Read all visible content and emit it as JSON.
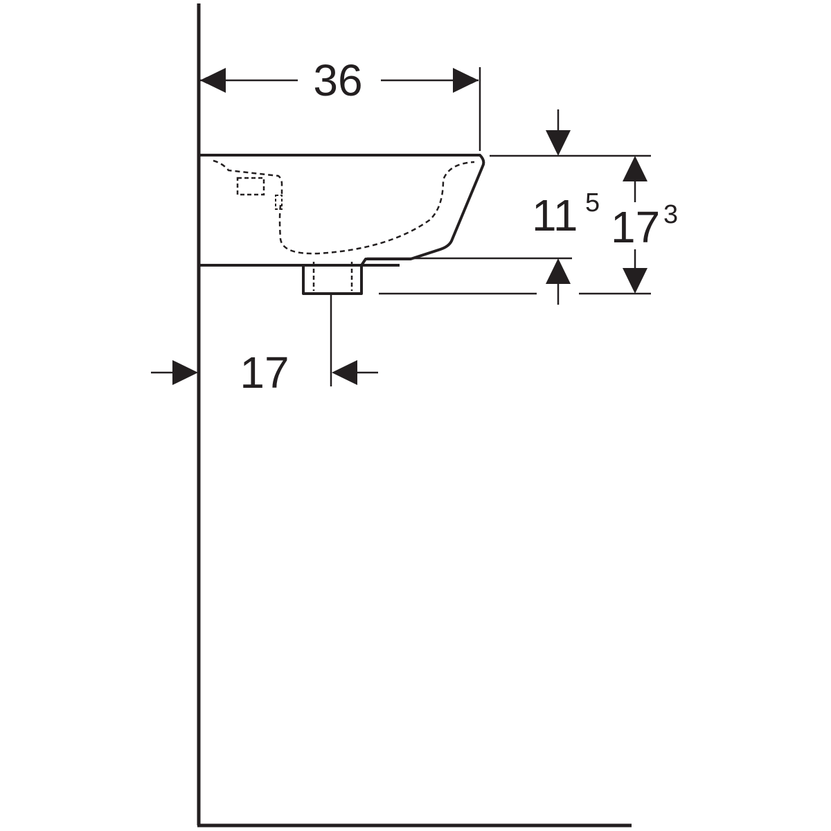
{
  "dimensions": {
    "projection": {
      "value": "36"
    },
    "bowl_height": {
      "main": "11",
      "sup": "5"
    },
    "total_height": {
      "main": "17",
      "sup": "3"
    },
    "waste_offset": {
      "value": "17"
    }
  },
  "colors": {
    "line": "#231f20",
    "background": "#ffffff"
  }
}
